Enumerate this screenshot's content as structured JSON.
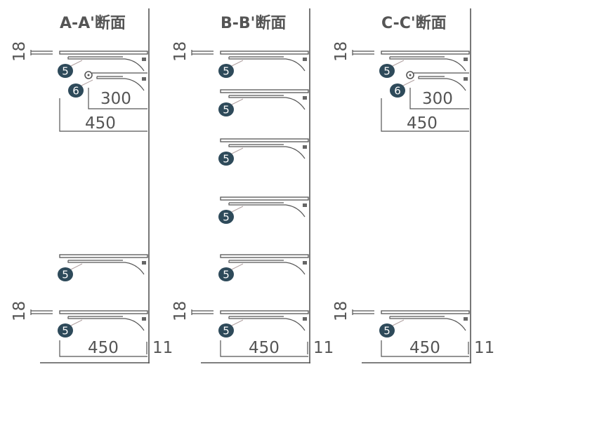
{
  "colors": {
    "line": "#555555",
    "badge": "#2e4a5a",
    "leader": "#b0a0a0"
  },
  "sections": [
    {
      "title": "A-A'断面",
      "thickness": "18",
      "gap": "11",
      "bottom_depth": "450",
      "shelves": [
        {
          "part": "5",
          "depth": 450
        },
        {
          "part": "6",
          "depth": 300
        },
        {
          "part": "5",
          "depth": 450
        },
        {
          "part": "5",
          "depth": 450
        }
      ],
      "upper_dims": [
        "300",
        "450"
      ]
    },
    {
      "title": "B-B'断面",
      "thickness": "18",
      "gap": "11",
      "bottom_depth": "450",
      "shelves": [
        {
          "part": "5",
          "depth": 450
        },
        {
          "part": "5",
          "depth": 450
        },
        {
          "part": "5",
          "depth": 450
        },
        {
          "part": "5",
          "depth": 450
        },
        {
          "part": "5",
          "depth": 450
        },
        {
          "part": "5",
          "depth": 450
        }
      ],
      "upper_dims": []
    },
    {
      "title": "C-C'断面",
      "thickness": "18",
      "gap": "11",
      "bottom_depth": "450",
      "shelves": [
        {
          "part": "5",
          "depth": 450
        },
        {
          "part": "6",
          "depth": 300
        },
        {
          "part": "5",
          "depth": 450
        }
      ],
      "upper_dims": [
        "300",
        "450"
      ]
    }
  ]
}
